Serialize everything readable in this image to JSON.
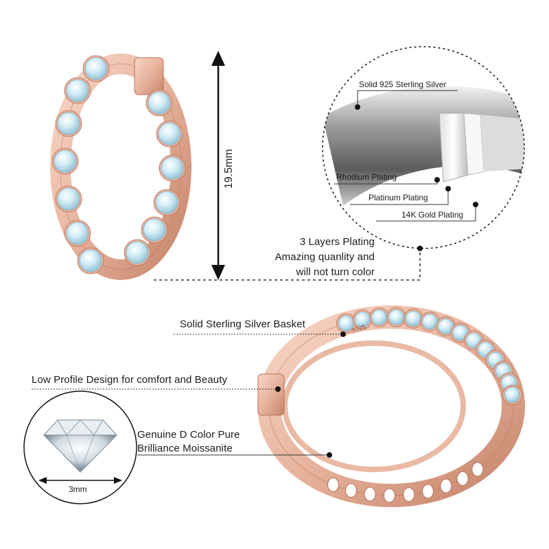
{
  "dimension": {
    "height_label": "19.5mm"
  },
  "plating_callout": {
    "layers": [
      {
        "label": "Solid 925 Sterling Silver"
      },
      {
        "label": "Rhodium Plating"
      },
      {
        "label": "Platinum Plating"
      },
      {
        "label": "14K Gold Plating"
      }
    ],
    "caption_line1": "3 Layers Plating",
    "caption_line2": "Amazing quanlity and",
    "caption_line3": "will not turn color"
  },
  "features": {
    "basket": "Solid Sterling Silver Basket",
    "profile": "Low Profile Design for comfort and Beauty",
    "stone_line1": "Genuine D Color Pure",
    "stone_line2": "Brilliance Moissanite",
    "stone_size": "3mm",
    "stamp": "S925"
  },
  "colors": {
    "rose_gold": "#e7b39d",
    "rose_gold_dark": "#b87158",
    "stone": "#bfe0ee",
    "line": "#222222"
  }
}
